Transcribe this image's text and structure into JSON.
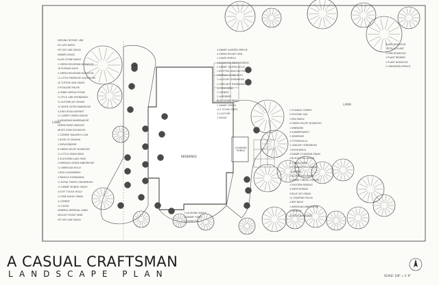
{
  "title": "A CASUAL CRAFTSMAN",
  "subtitle": "LANDSCAPE PLAN",
  "house_label": "RESIDENCE",
  "porch_label": "COVERED PORCH",
  "lawn_label": "LAWN",
  "scale": "SCALE: 1/8\" = 1'-0\"",
  "plant_labels_left": [
    "SEEDING ROTARY LIME",
    "EX LATE MAPLE",
    "FEY SKY LINE GRASS",
    "DINNER GRASS",
    "SLATE STONE MAPLE",
    "1 GREEN MOUNTAIN BOXWOOD",
    "10 RUSSIAN SAGE",
    "4 GREEN MOUNTAIN BOXWOOD",
    "11 LITTLE PRIMROSE AGASTACHE",
    "20 TUFTED HAIR GRASS",
    "5 PLEASANT PALMS",
    "4 HENRY SPIRUN STONE",
    "3 LITTLE LIME HYDRANGEA",
    "12 AUTUMN JOY SEDUM",
    "12 WHITE ASTER MANGROVE",
    "5 JOB'S ROSA BAYONET",
    "11 CARPET GREEN SEDUM",
    "5 VIBURNUM BARRENWORT",
    "GREEN RIVER GRASSES",
    "WHITE STEM DOGWOOD",
    "1 CATMINT WALKER'S LOW",
    "1 ROSE OF SHARON",
    "1 SERVICEBERRY",
    "6 GREEN VELVET BOXWOOD",
    "11 LITTLE GRASS BEDS",
    "5 SOUTHERN LADY FERN",
    "1 EMERALD GREEN ARBORVITAE",
    "11 AMERICAN HOLLY",
    "1 RED CHOKEBERRY",
    "3 PANICLE HYDRANGEA",
    "11 ROYAL PURPLE SMOKEBUSH",
    "11 DWARF MONDO GRASS",
    "4 SOFT TOUCH HOLLY",
    "11 PINK MUHLY GRASS",
    "4 CATMINT",
    "11 HOSTA",
    "GENERAL MATERIAL LAWN",
    "UPLIGHT FRONT YARD",
    "FEY SKY LINE GRASS"
  ],
  "plant_labels_center": [
    "4 DWARF ALBERTA SPRUCE",
    "4 GREEN ROCKET ARB",
    "1 CRAPE MYRTLE",
    "4 BOXWOOD WINTERGREEN",
    "2 DWARF YAUPON HOLLY",
    "1 SPOTTED DEAD NETTLE",
    "STEPPING STONE PATH",
    "1 LACECAP HYDRANGEA",
    "1 LIMELIGHT HYDRANGEA",
    "11 HEUCHERA",
    "1 CATMINT",
    "1 LAVENDER",
    "BLUE STONE PATIO",
    "1 DWARF SPIREA",
    "CUT STONE STEPS",
    "11 LILYTURF",
    "1 SALVIA"
  ],
  "plant_labels_right": [
    "1 YOSHINO CHERRY",
    "2 EXISTING OAK",
    "1 RED MAPLE",
    "4 GREEN VELVET BOXWOOD",
    "1 NINEBARK",
    "4 SUMMERSWEET",
    "1 VIBURNUM",
    "1 FOTHERGILLA",
    "1 OAKLEAF HYDRANGEA",
    "1 RIVER BIRCH",
    "4 DWARF FOUNTAIN GRASS",
    "4 BLACK-EYED SUSAN",
    "4 CONEFLOWER",
    "1 STELLA D'ORO DAYLILY",
    "11 SEDUM",
    "1 BLUE STAR JUNIPER",
    "1 DWARF HINOKI CYPRESS",
    "1 EASTERN REDBUD",
    "4 SWITCHGRASS",
    "4 BLUE OAT GRASS",
    "11 CREEPING PHLOX",
    "4 BEE BALM",
    "1 AMERICAN ARBORVITAE",
    "1 HICKORY",
    "4 LITTLE BLUESTEM"
  ],
  "plant_labels_top": [
    "PLANT BOXWOOD",
    "1 STELLA PLANT",
    "1 LIME BOXWOOD",
    "1 PLANT REDBUD",
    "1 PLANT BOXWOOD",
    "1 LIMEGREEN SPRUCE"
  ],
  "plant_labels_bottom": [
    "1 LAUGHING MAPLE",
    "1 DWARF HOLLY",
    "1 BOXWOOD"
  ],
  "palette": {
    "line": "#2a2a2a",
    "text": "#1b1b1b",
    "paper": "#fbfbf8",
    "shade": "#4a4a4a"
  }
}
